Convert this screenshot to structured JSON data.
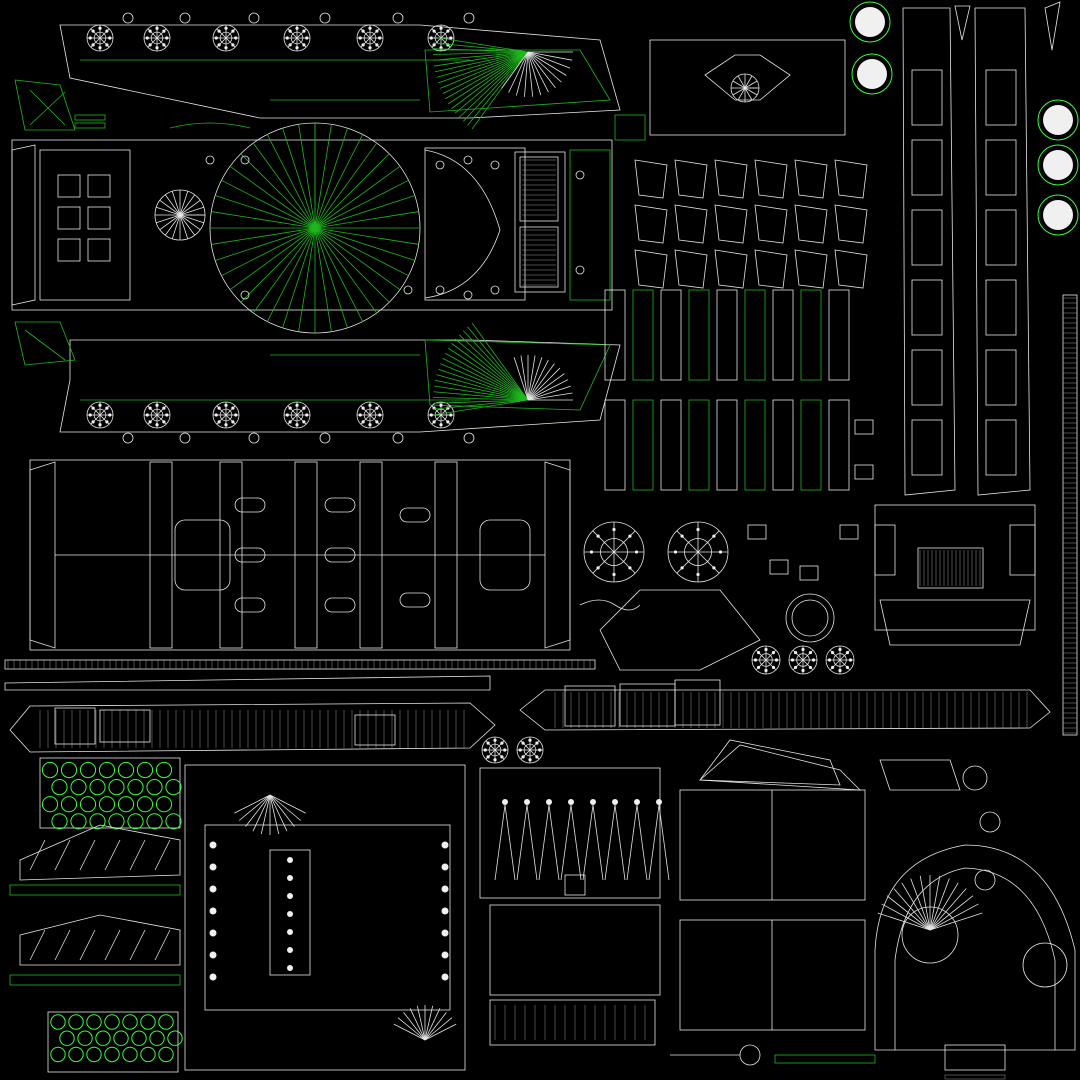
{
  "palette": {
    "background": "#000000",
    "wire_white": "#e6e6e6",
    "wire_green": "#1fb81f",
    "highlight_green": "#39ff39"
  },
  "groups": [
    {
      "id": "hull-side-upper",
      "kind": "wheel-row",
      "count": 6
    },
    {
      "id": "hull-top-view",
      "kind": "turret-plan"
    },
    {
      "id": "hull-side-lower",
      "kind": "wheel-row",
      "count": 6
    },
    {
      "id": "hull-bottom-view",
      "kind": "underside-plan"
    },
    {
      "id": "fender-left",
      "kind": "long-strip"
    },
    {
      "id": "fender-right",
      "kind": "long-strip"
    },
    {
      "id": "track-pieces",
      "kind": "tiles"
    },
    {
      "id": "engine-deck",
      "kind": "panel"
    },
    {
      "id": "rear-plate",
      "kind": "panel"
    },
    {
      "id": "side-boxes",
      "kind": "panel"
    },
    {
      "id": "turret-dome",
      "kind": "dome"
    },
    {
      "id": "skirt-strips",
      "kind": "vertical-strip",
      "count": 2
    },
    {
      "id": "road-wheels-small",
      "kind": "wheels",
      "count": 4
    },
    {
      "id": "small-parts",
      "kind": "tiles"
    }
  ]
}
